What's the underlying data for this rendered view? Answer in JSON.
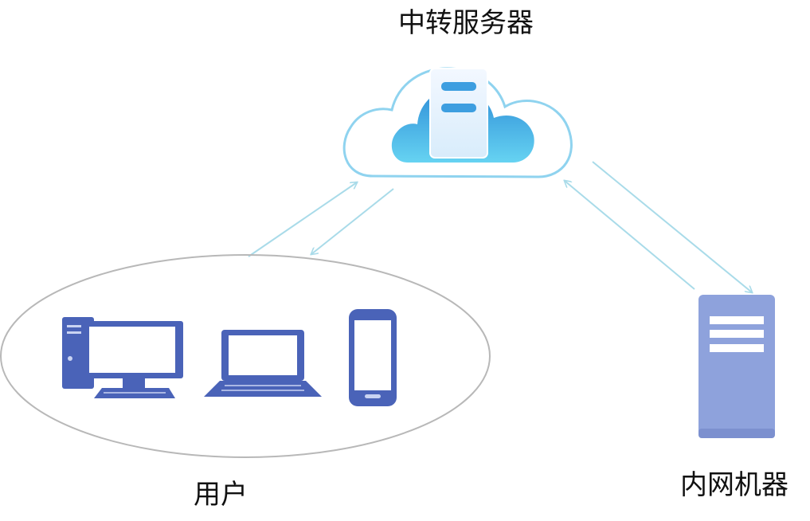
{
  "nodes": {
    "relay_server": {
      "label": "中转服务器",
      "icon": "cloud-server-icon"
    },
    "users": {
      "label": "用户",
      "devices": [
        {
          "icon": "desktop-computer-icon"
        },
        {
          "icon": "laptop-icon"
        },
        {
          "icon": "smartphone-icon"
        }
      ]
    },
    "intranet_machine": {
      "label": "内网机器",
      "icon": "server-tower-icon"
    }
  },
  "connections": [
    {
      "from": "users",
      "to": "relay_server",
      "direction": "bidirectional"
    },
    {
      "from": "relay_server",
      "to": "intranet_machine",
      "direction": "bidirectional"
    }
  ],
  "colors": {
    "cloud_outline": "#8fd3ef",
    "cloud_fill": "#4db1e6",
    "arrow": "#a9dbe9",
    "device": "#4a63b8",
    "device_screen": "#ffffff",
    "server_tower": "#8ea2dc",
    "ellipse_outline": "#b8b8b8"
  }
}
